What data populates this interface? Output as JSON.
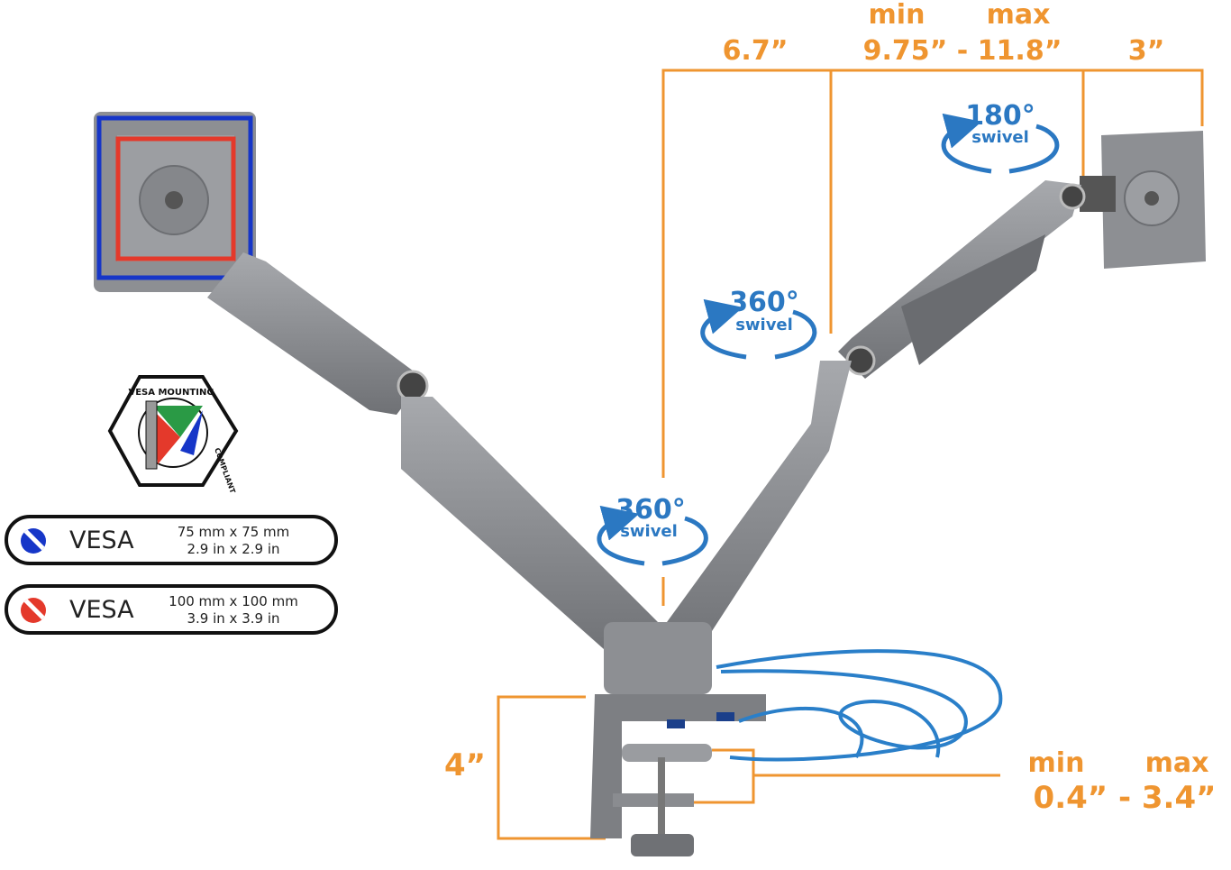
{
  "colors": {
    "dimension": "#ef9530",
    "swivel": "#2b78c2",
    "arm": "#8a8c90",
    "cable": "#2a7fc9",
    "vesa_small": "#1636c8",
    "vesa_large": "#e4392b"
  },
  "dimensions": {
    "left_width": "6.7”",
    "middle_min_label": "min",
    "middle_max_label": "max",
    "middle_range": "9.75” - 11.8”",
    "right_width": "3”",
    "clamp_height": "4”",
    "desk_min_label": "min",
    "desk_max_label": "max",
    "desk_range": "0.4” - 3.4”"
  },
  "swivels": [
    {
      "degrees": "180°",
      "label": "swivel"
    },
    {
      "degrees": "360°",
      "label": "swivel"
    },
    {
      "degrees": "360°",
      "label": "swivel"
    }
  ],
  "badge": {
    "text": "VESA MOUNTING COMPLIANT"
  },
  "vesa": [
    {
      "label": "VESA",
      "metric": "75 mm x 75 mm",
      "imperial": "2.9 in x 2.9 in",
      "color": "#1636c8"
    },
    {
      "label": "VESA",
      "metric": "100 mm x 100 mm",
      "imperial": "3.9 in x 3.9 in",
      "color": "#e4392b"
    }
  ]
}
